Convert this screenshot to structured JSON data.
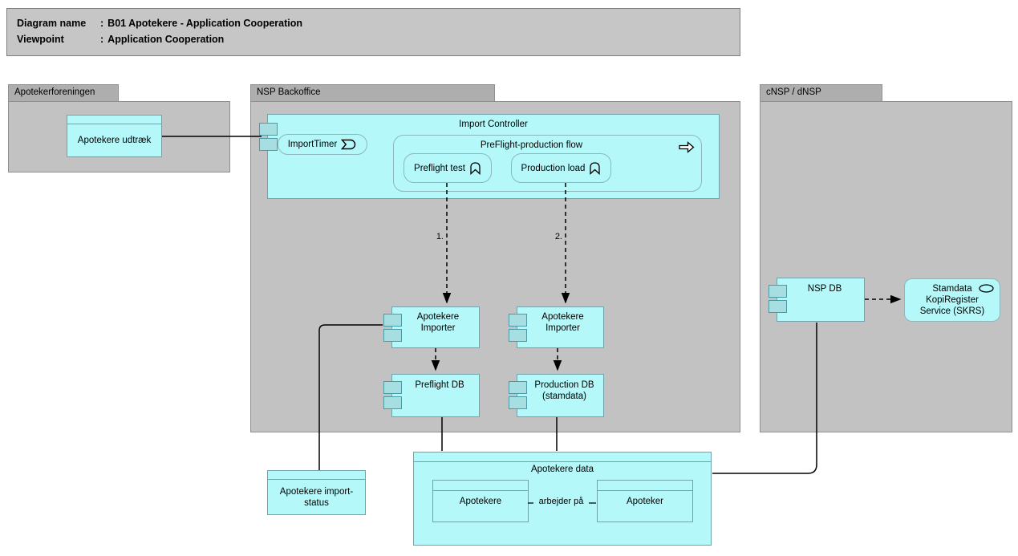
{
  "title_box": {
    "separator": ":",
    "rows": [
      {
        "label": "Diagram name",
        "value": "B01 Apotekere - Application Cooperation"
      },
      {
        "label": "Viewpoint",
        "value": "Application Cooperation"
      }
    ]
  },
  "groups": {
    "apotekerforeningen": {
      "label": "Apotekerforeningen"
    },
    "nsp_backoffice": {
      "label": "NSP Backoffice"
    },
    "cnsp_dnsp": {
      "label": "cNSP / dNSP"
    }
  },
  "nodes": {
    "apotekere_udtraek": {
      "label": "Apotekere udtræk",
      "type": "data-object"
    },
    "import_controller": {
      "label": "Import Controller",
      "type": "application-component"
    },
    "import_timer": {
      "label": "ImportTimer",
      "type": "application-event",
      "icon": "event-icon"
    },
    "preflight_production_flow": {
      "label": "PreFlight-production flow",
      "type": "application-process",
      "icon": "process-arrow-icon"
    },
    "preflight_test": {
      "label": "Preflight test",
      "type": "application-function",
      "icon": "function-icon"
    },
    "production_load": {
      "label": "Production load",
      "type": "application-function",
      "icon": "function-icon"
    },
    "apotekere_importer_1": {
      "label": "Apotekere Importer",
      "type": "application-component"
    },
    "apotekere_importer_2": {
      "label": "Apotekere Importer",
      "type": "application-component"
    },
    "preflight_db": {
      "label": "Preflight DB",
      "type": "application-component"
    },
    "production_db": {
      "label": "Production DB (stamdata)",
      "type": "application-component"
    },
    "nsp_db": {
      "label": "NSP DB",
      "type": "application-component"
    },
    "skrs": {
      "label": "Stamdata KopiRegister Service (SKRS)",
      "type": "application-service",
      "icon": "service-icon"
    },
    "apotekere_import_status": {
      "label": "Apotekere import-status",
      "type": "data-object"
    },
    "apotekere_data": {
      "label": "Apotekere data",
      "type": "data-object"
    },
    "apotekere_object": {
      "label": "Apotekere",
      "type": "data-object"
    },
    "apoteker_object": {
      "label": "Apoteker",
      "type": "data-object"
    }
  },
  "edges": {
    "step_1_label": "1.",
    "step_2_label": "2.",
    "arbejder_paa_label": "arbejder på"
  },
  "colors": {
    "element_fill": "#b5f8fa",
    "element_border": "#6fa4ad",
    "rounded_border": "#8db7bb",
    "port_fill": "#a6dee2",
    "port_border": "#4d9ba4",
    "group_body_fill": "#c2c2c2",
    "group_tab_fill": "#aeaeae",
    "group_border": "#8f8f8f",
    "titlebox_fill": "#c6c6c6",
    "titlebox_border": "#7d7d7d",
    "connector": "#000000",
    "text": "#000000"
  }
}
